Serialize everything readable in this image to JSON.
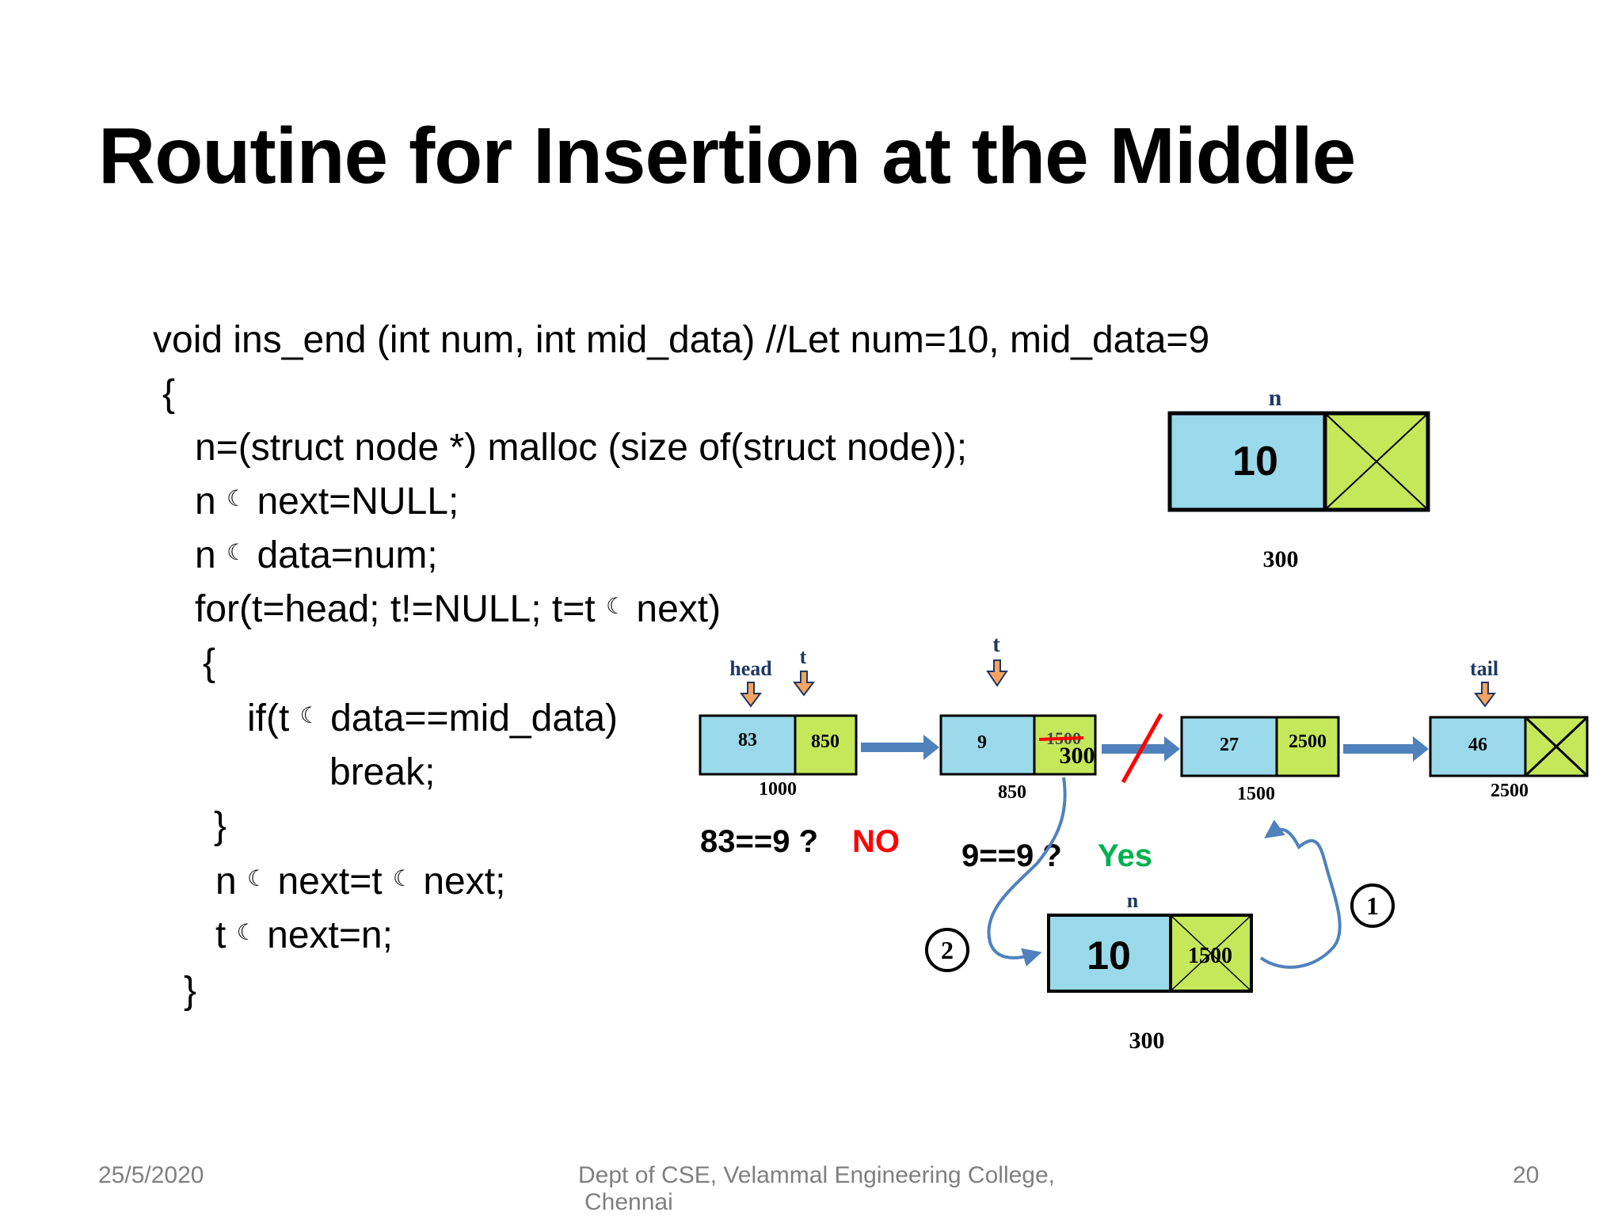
{
  "slide": {
    "title": "Routine for Insertion at the Middle"
  },
  "code": {
    "arrow_glyph": "☾",
    "l1": "void ins_end (int num, int mid_data) //Let num=10, mid_data=9",
    "l2": "{",
    "l3": "n=(struct node *) malloc (size of(struct node));",
    "l4a": "n ",
    "l4b": " next=NULL;",
    "l5a": "n ",
    "l5b": " data=num;",
    "l6a": "for(t=head; t!=NULL; t=t ",
    "l6b": " next)",
    "l7": "{",
    "l8a": "if(t ",
    "l8b": " data==mid_data)",
    "l9": "break;",
    "l10": "}",
    "l11a": "n ",
    "l11b": " next=t ",
    "l11c": " next;",
    "l12a": "t ",
    "l12b": " next=n;",
    "l13": "}"
  },
  "diagram": {
    "new_node": {
      "label": "n",
      "data": "10",
      "address": "300"
    },
    "list": [
      {
        "data": "83",
        "next": "850",
        "address": "1000"
      },
      {
        "data": "9",
        "next": "1500",
        "next_new": "300",
        "address": "850"
      },
      {
        "data": "27",
        "next": "2500",
        "address": "1500"
      },
      {
        "data": "46",
        "next": "",
        "address": "2500"
      }
    ],
    "pointers": {
      "head": "head",
      "t1": "t",
      "t2": "t",
      "tail": "tail"
    },
    "checks": {
      "c1": "83==9 ?",
      "c1_result": "NO",
      "c2": "9==9 ?",
      "c2_result": "Yes"
    },
    "inserted_node": {
      "label": "n",
      "data": "10",
      "next": "1500",
      "address": "300"
    },
    "steps": {
      "s1": "1",
      "s2": "2"
    },
    "colors": {
      "data_cell": "#99d9ea",
      "next_cell": "#c4e85a",
      "pointer_arrow": "#f4a460",
      "link_arrow": "#4f81bd",
      "no": "#ff0000",
      "yes": "#00b050"
    }
  },
  "footer": {
    "date": "25/5/2020",
    "dept_line1": "Dept of CSE, Velammal Engineering College,",
    "dept_line2": "Chennai",
    "page": "20"
  }
}
